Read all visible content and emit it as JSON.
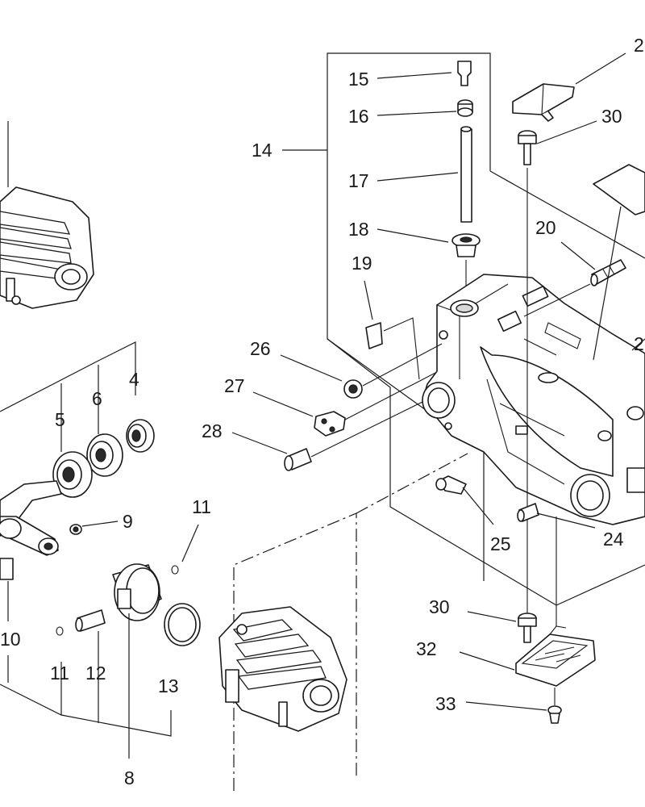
{
  "callouts": [
    {
      "id": "c15",
      "label": "15"
    },
    {
      "id": "c16",
      "label": "16"
    },
    {
      "id": "c14",
      "label": "14"
    },
    {
      "id": "c17",
      "label": "17"
    },
    {
      "id": "c18",
      "label": "18"
    },
    {
      "id": "c19",
      "label": "19"
    },
    {
      "id": "c20",
      "label": "20"
    },
    {
      "id": "c30a",
      "label": "30"
    },
    {
      "id": "c2a",
      "label": "2"
    },
    {
      "id": "c2b",
      "label": "2"
    },
    {
      "id": "c26",
      "label": "26"
    },
    {
      "id": "c27",
      "label": "27"
    },
    {
      "id": "c28",
      "label": "28"
    },
    {
      "id": "c4",
      "label": "4"
    },
    {
      "id": "c6",
      "label": "6"
    },
    {
      "id": "c5",
      "label": "5"
    },
    {
      "id": "c9",
      "label": "9"
    },
    {
      "id": "c11a",
      "label": "11"
    },
    {
      "id": "c25",
      "label": "25"
    },
    {
      "id": "c24",
      "label": "24"
    },
    {
      "id": "c10",
      "label": "10"
    },
    {
      "id": "c30b",
      "label": "30"
    },
    {
      "id": "c32",
      "label": "32"
    },
    {
      "id": "c11b",
      "label": "11"
    },
    {
      "id": "c12",
      "label": "12"
    },
    {
      "id": "c13",
      "label": "13"
    },
    {
      "id": "c33",
      "label": "33"
    },
    {
      "id": "c8",
      "label": "8"
    }
  ]
}
